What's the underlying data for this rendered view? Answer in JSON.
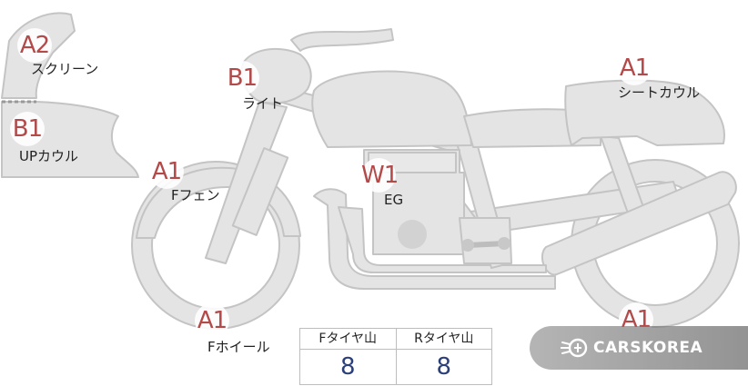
{
  "parts": {
    "screen": {
      "grade": "A2",
      "label": "スクリーン"
    },
    "up_cowl": {
      "grade": "B1",
      "label": "UPカウル"
    },
    "light": {
      "grade": "B1",
      "label": "ライト"
    },
    "front_fender": {
      "grade": "A1",
      "label": "Fフェン"
    },
    "engine": {
      "grade": "W1",
      "label": "EG"
    },
    "seat_cowl": {
      "grade": "A1",
      "label": "シートカウル"
    },
    "front_wheel": {
      "grade": "A1",
      "label": "Fホイール"
    },
    "rear_wheel": {
      "grade": "A1"
    }
  },
  "tire_table": {
    "headers": [
      "Fタイヤ山",
      "Rタイヤ山"
    ],
    "values": [
      "8",
      "8"
    ]
  },
  "watermark": {
    "text": "CARSKOREA",
    "icon": "carskorea-logo-icon"
  },
  "colors": {
    "part_fill": "#e4e4e4",
    "part_stroke": "#c4c4c4",
    "grade_text": "#b24a4a",
    "value_text": "#2b3f7a"
  }
}
